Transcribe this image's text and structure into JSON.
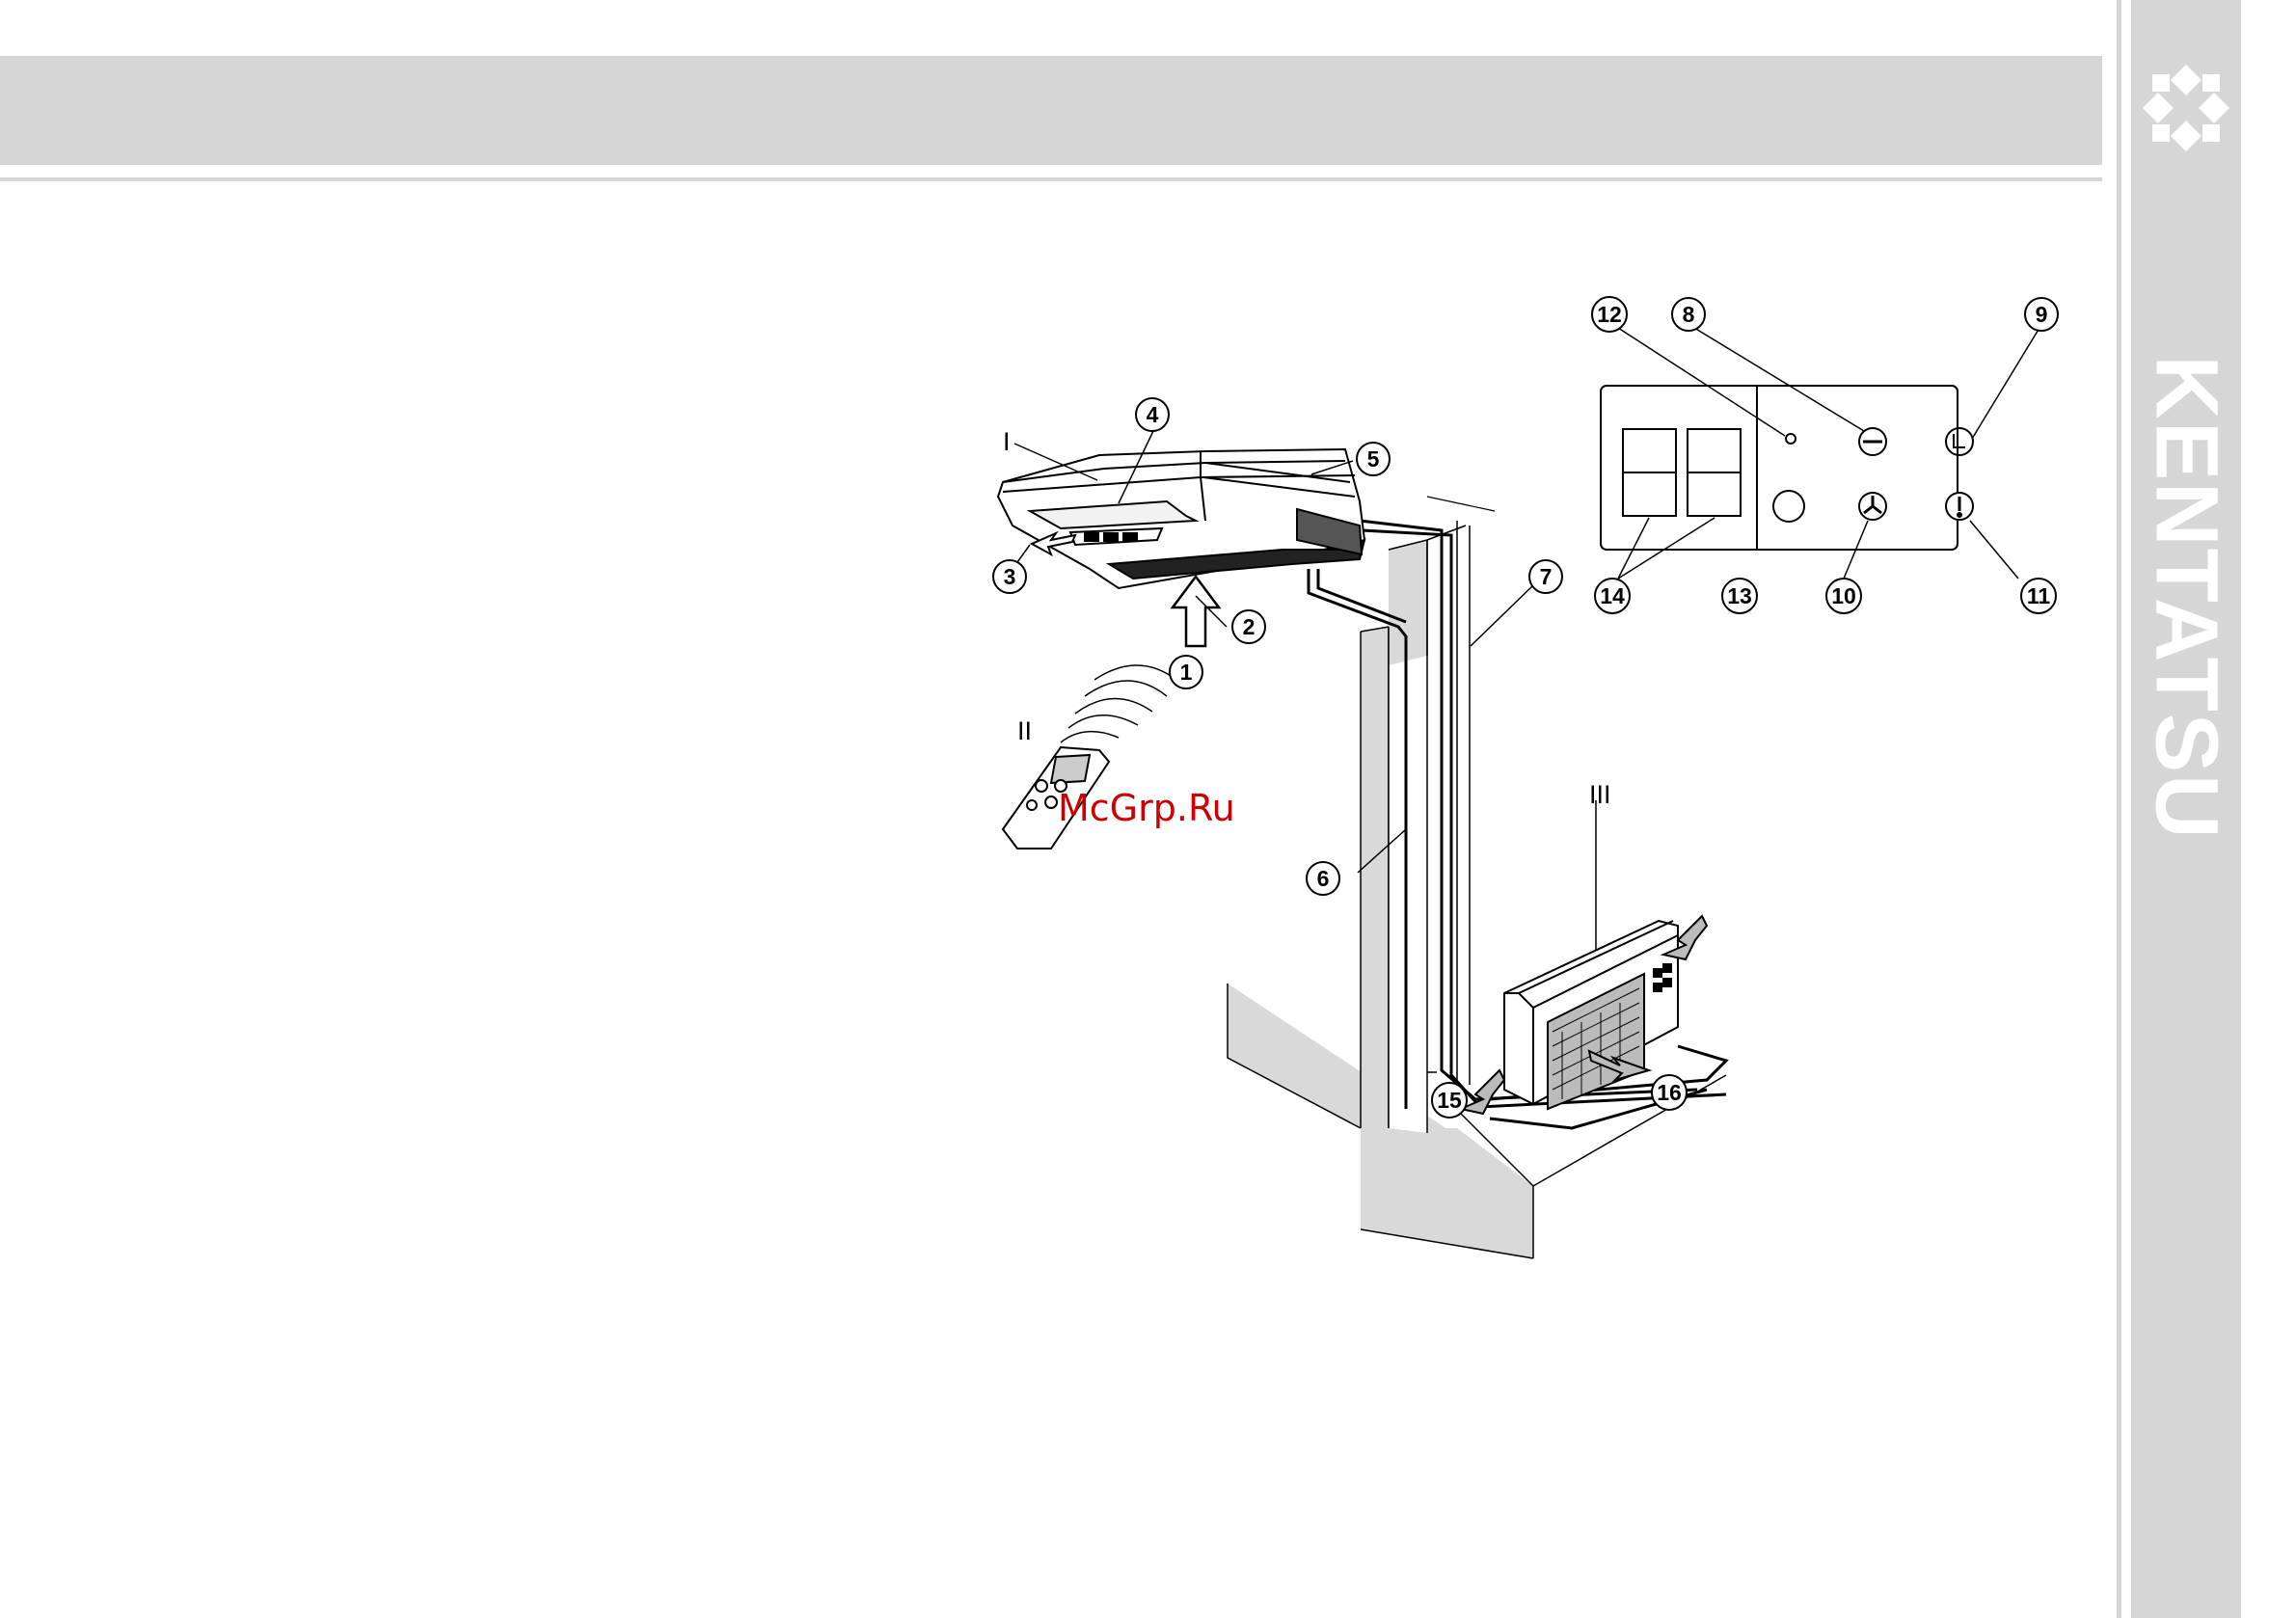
{
  "brand": {
    "name": "KENTATSU",
    "logo_icon": "kentatsu-logo-icon"
  },
  "labels": {
    "indoor_unit": "I",
    "remote_control": "II",
    "outdoor_unit": "III"
  },
  "callouts": {
    "c1": "1",
    "c2": "2",
    "c3": "3",
    "c4": "4",
    "c5": "5",
    "c6": "6",
    "c7": "7",
    "c8": "8",
    "c9": "9",
    "c10": "10",
    "c11": "11",
    "c12": "12",
    "c13": "13",
    "c14": "14",
    "c15": "15",
    "c16": "16"
  },
  "watermark": "McGrp.Ru",
  "colors": {
    "band_gray": "#d6d6d6",
    "wall_gray": "#d9d9d9",
    "line": "#000000",
    "watermark": "#cc0000"
  }
}
